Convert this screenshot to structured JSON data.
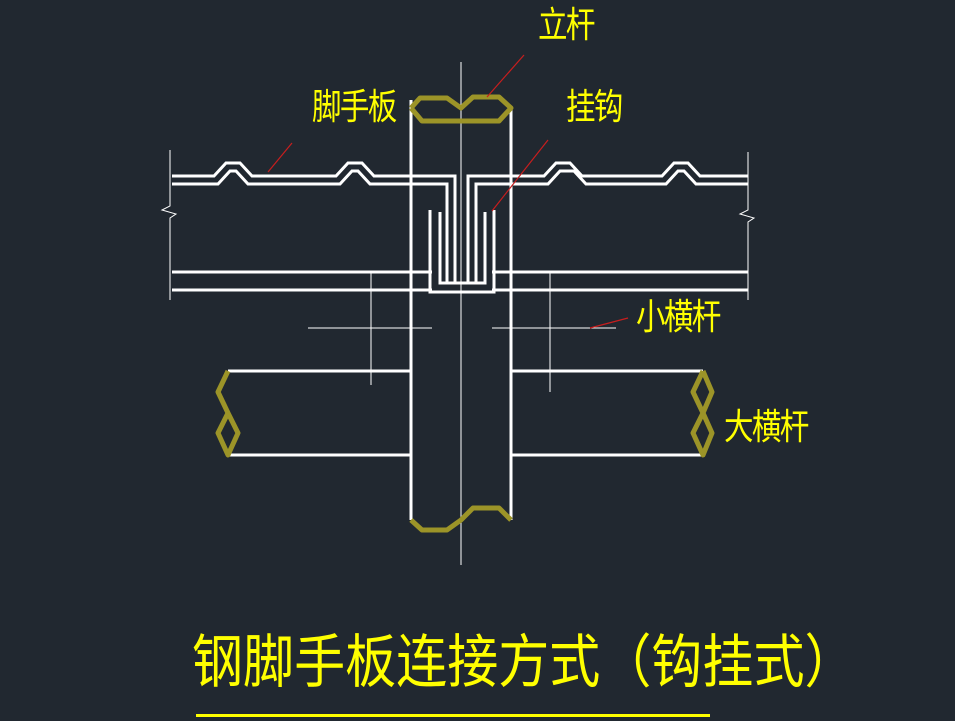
{
  "labels": {
    "upright": "立杆",
    "scaffold_board": "脚手板",
    "hook": "挂钩",
    "small_crossbar": "小横杆",
    "large_crossbar": "大横杆"
  },
  "title": "钢脚手板连接方式（钩挂式）",
  "colors": {
    "background": "#212830",
    "line": "#ffffff",
    "label": "#ffff00",
    "leader": "#c81e1e",
    "break_mark": "#9c9428"
  }
}
